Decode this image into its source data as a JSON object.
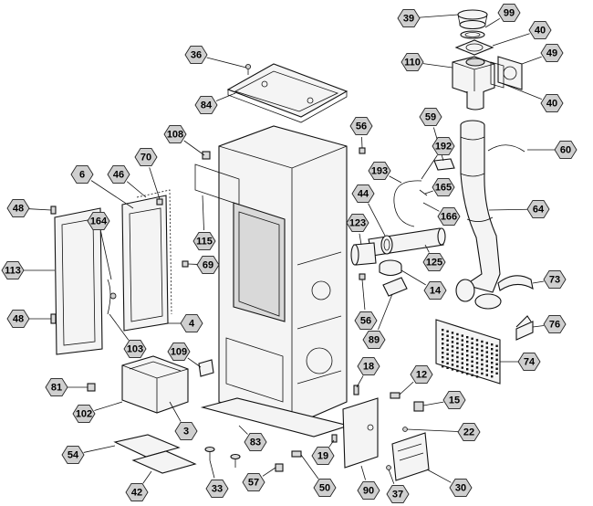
{
  "callouts": [
    {
      "id": "c39",
      "label": "39"
    },
    {
      "id": "c99",
      "label": "99"
    },
    {
      "id": "c40a",
      "label": "40"
    },
    {
      "id": "c36",
      "label": "36"
    },
    {
      "id": "c110",
      "label": "110"
    },
    {
      "id": "c49",
      "label": "49"
    },
    {
      "id": "c84",
      "label": "84"
    },
    {
      "id": "c40b",
      "label": "40"
    },
    {
      "id": "c59",
      "label": "59"
    },
    {
      "id": "c56a",
      "label": "56"
    },
    {
      "id": "c108",
      "label": "108"
    },
    {
      "id": "c192",
      "label": "192"
    },
    {
      "id": "c60",
      "label": "60"
    },
    {
      "id": "c70",
      "label": "70"
    },
    {
      "id": "c6",
      "label": "6"
    },
    {
      "id": "c46",
      "label": "46"
    },
    {
      "id": "c193",
      "label": "193"
    },
    {
      "id": "c165",
      "label": "165"
    },
    {
      "id": "c44",
      "label": "44"
    },
    {
      "id": "c48a",
      "label": "48"
    },
    {
      "id": "c164",
      "label": "164"
    },
    {
      "id": "c166",
      "label": "166"
    },
    {
      "id": "c64",
      "label": "64"
    },
    {
      "id": "c123",
      "label": "123"
    },
    {
      "id": "c115",
      "label": "115"
    },
    {
      "id": "c113",
      "label": "113"
    },
    {
      "id": "c69",
      "label": "69"
    },
    {
      "id": "c125",
      "label": "125"
    },
    {
      "id": "c73",
      "label": "73"
    },
    {
      "id": "c14",
      "label": "14"
    },
    {
      "id": "c48b",
      "label": "48"
    },
    {
      "id": "c4",
      "label": "4"
    },
    {
      "id": "c56b",
      "label": "56"
    },
    {
      "id": "c76",
      "label": "76"
    },
    {
      "id": "c103",
      "label": "103"
    },
    {
      "id": "c89",
      "label": "89"
    },
    {
      "id": "c109",
      "label": "109"
    },
    {
      "id": "c74",
      "label": "74"
    },
    {
      "id": "c18",
      "label": "18"
    },
    {
      "id": "c81",
      "label": "81"
    },
    {
      "id": "c12",
      "label": "12"
    },
    {
      "id": "c102",
      "label": "102"
    },
    {
      "id": "c15",
      "label": "15"
    },
    {
      "id": "c3",
      "label": "3"
    },
    {
      "id": "c22",
      "label": "22"
    },
    {
      "id": "c83",
      "label": "83"
    },
    {
      "id": "c54",
      "label": "54"
    },
    {
      "id": "c19",
      "label": "19"
    },
    {
      "id": "c33",
      "label": "33"
    },
    {
      "id": "c57",
      "label": "57"
    },
    {
      "id": "c50",
      "label": "50"
    },
    {
      "id": "c90",
      "label": "90"
    },
    {
      "id": "c42",
      "label": "42"
    },
    {
      "id": "c37",
      "label": "37"
    },
    {
      "id": "c30",
      "label": "30"
    }
  ]
}
